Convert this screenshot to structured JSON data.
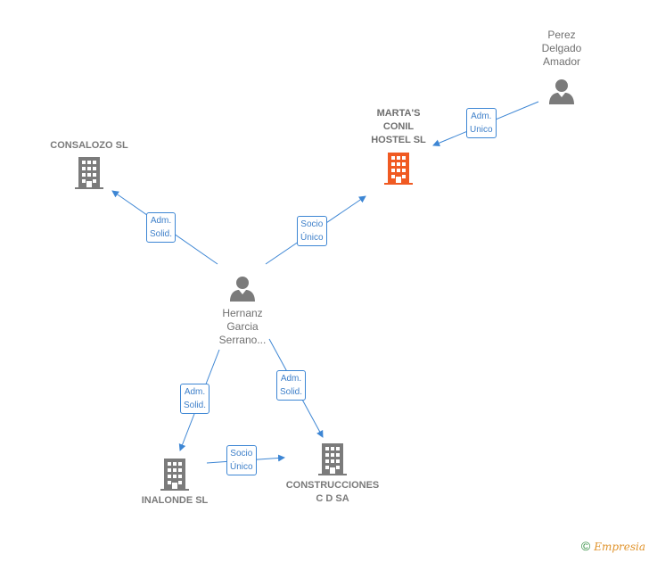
{
  "nodes": {
    "perez": {
      "label": "Perez\nDelgado\nAmador"
    },
    "martas": {
      "label": "MARTA'S\nCONIL\nHOSTEL  SL"
    },
    "consalozo": {
      "label": "CONSALOZO SL"
    },
    "hernanz": {
      "label": "Hernanz\nGarcia\nSerrano..."
    },
    "inalonde": {
      "label": "INALONDE SL"
    },
    "construcciones": {
      "label": "CONSTRUCCIONES\nC D SA"
    }
  },
  "edges": {
    "perez_martas": "Adm.\nUnico",
    "hernanz_consalozo": "Adm.\nSolid.",
    "hernanz_martas": "Socio\nÚnico",
    "hernanz_inalonde": "Adm.\nSolid.",
    "hernanz_construcciones": "Adm.\nSolid.",
    "inalonde_construcciones": "Socio\nÚnico"
  },
  "colors": {
    "link": "#3d86d4",
    "icon_gray": "#7b7b7b",
    "highlight": "#f05a22"
  },
  "footer": {
    "copy": "©",
    "brand": "Empresia"
  }
}
